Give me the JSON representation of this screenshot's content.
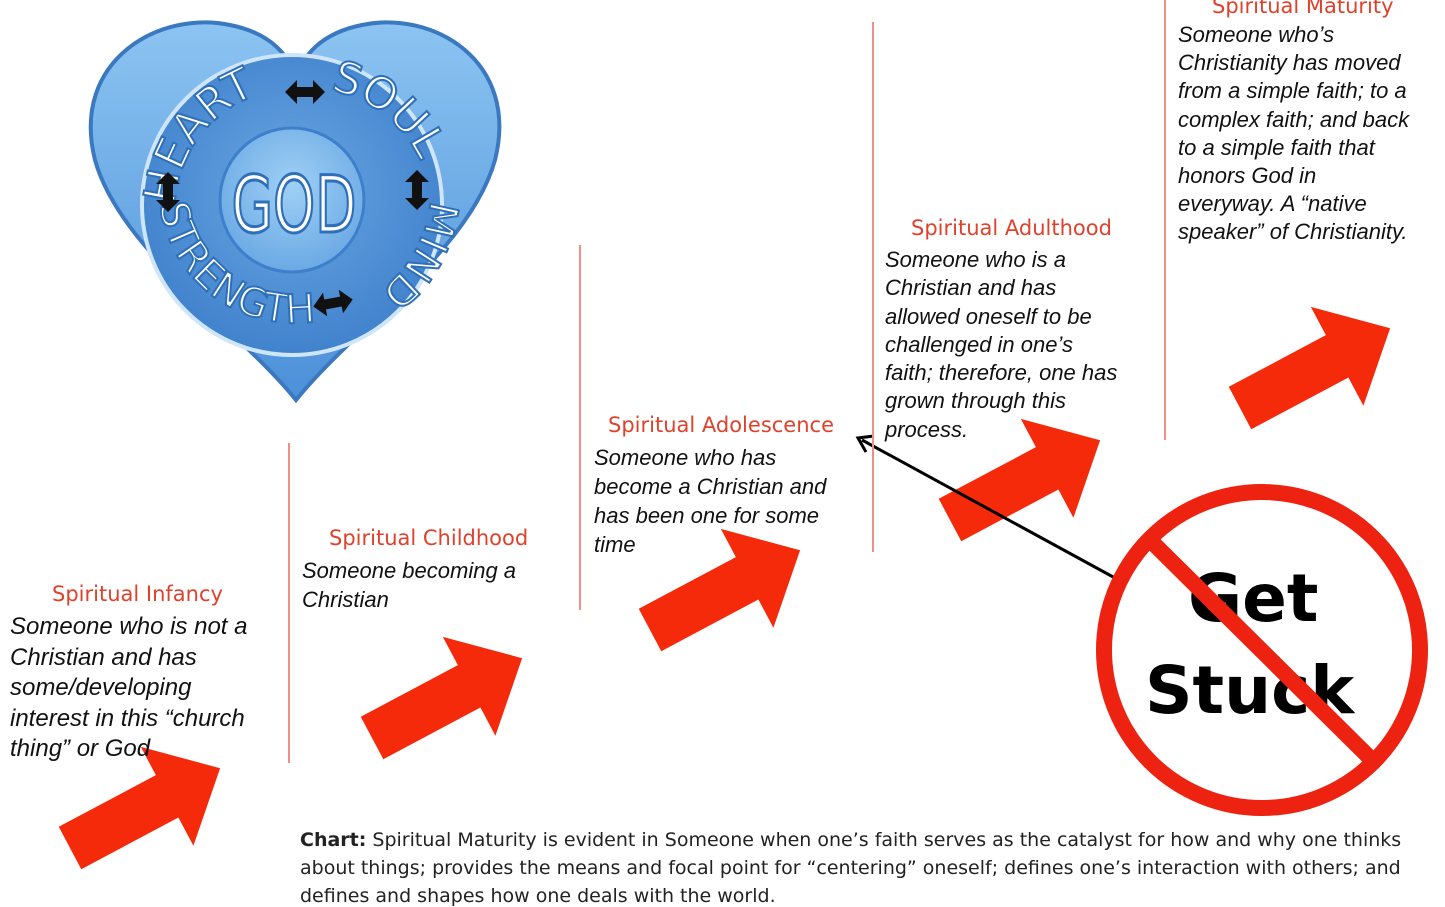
{
  "emblem": {
    "center": "GOD",
    "arc_top": "HEART",
    "arc_right": "SOUL",
    "arc_top_right": "MIND",
    "arc_bottom": "STRENGTH"
  },
  "stages": [
    {
      "title": "Spiritual Infancy",
      "lines": [
        "Someone who is not a",
        "Christian and has",
        "some/developing",
        "interest in this “church",
        "thing” or God"
      ]
    },
    {
      "title": "Spiritual Childhood",
      "lines": [
        "Someone becoming a",
        "Christian"
      ]
    },
    {
      "title": "Spiritual Adolescence",
      "lines": [
        "Someone who has",
        "become a Christian and",
        "has been one for some",
        "time"
      ]
    },
    {
      "title": "Spiritual Adulthood",
      "lines": [
        "Someone who is a",
        "Christian and has",
        "allowed oneself to be",
        "challenged in one’s",
        "faith; therefore, one has",
        "grown through this",
        "process."
      ]
    },
    {
      "title": "Spiritual Maturity",
      "lines": [
        "Someone who’s",
        "Christianity has moved",
        "from a simple faith; to a",
        "complex faith; and back",
        "to a simple faith that",
        "honors God in",
        "everyway. A “native",
        "speaker” of Christianity."
      ]
    }
  ],
  "stuck_sign": {
    "line1": "Get",
    "line2": "Stuck"
  },
  "caption": {
    "label": "Chart:",
    "text": "Spiritual Maturity is evident in Someone when one’s faith serves as the catalyst for how and why one thinks about things; provides the means and focal point for “centering” oneself; defines one’s interaction with others; and defines and shapes how one deals with the world."
  },
  "colors": {
    "stage_title": "#e0412b",
    "arrow": "#f52a0a",
    "heart": "#6aaee8",
    "no_sign": "#ee2211",
    "divider": "#ef8f86"
  },
  "icons": [
    "heart-emblem-icon",
    "double-arrow-icon",
    "forward-arrow-icon",
    "no-sign-icon"
  ]
}
